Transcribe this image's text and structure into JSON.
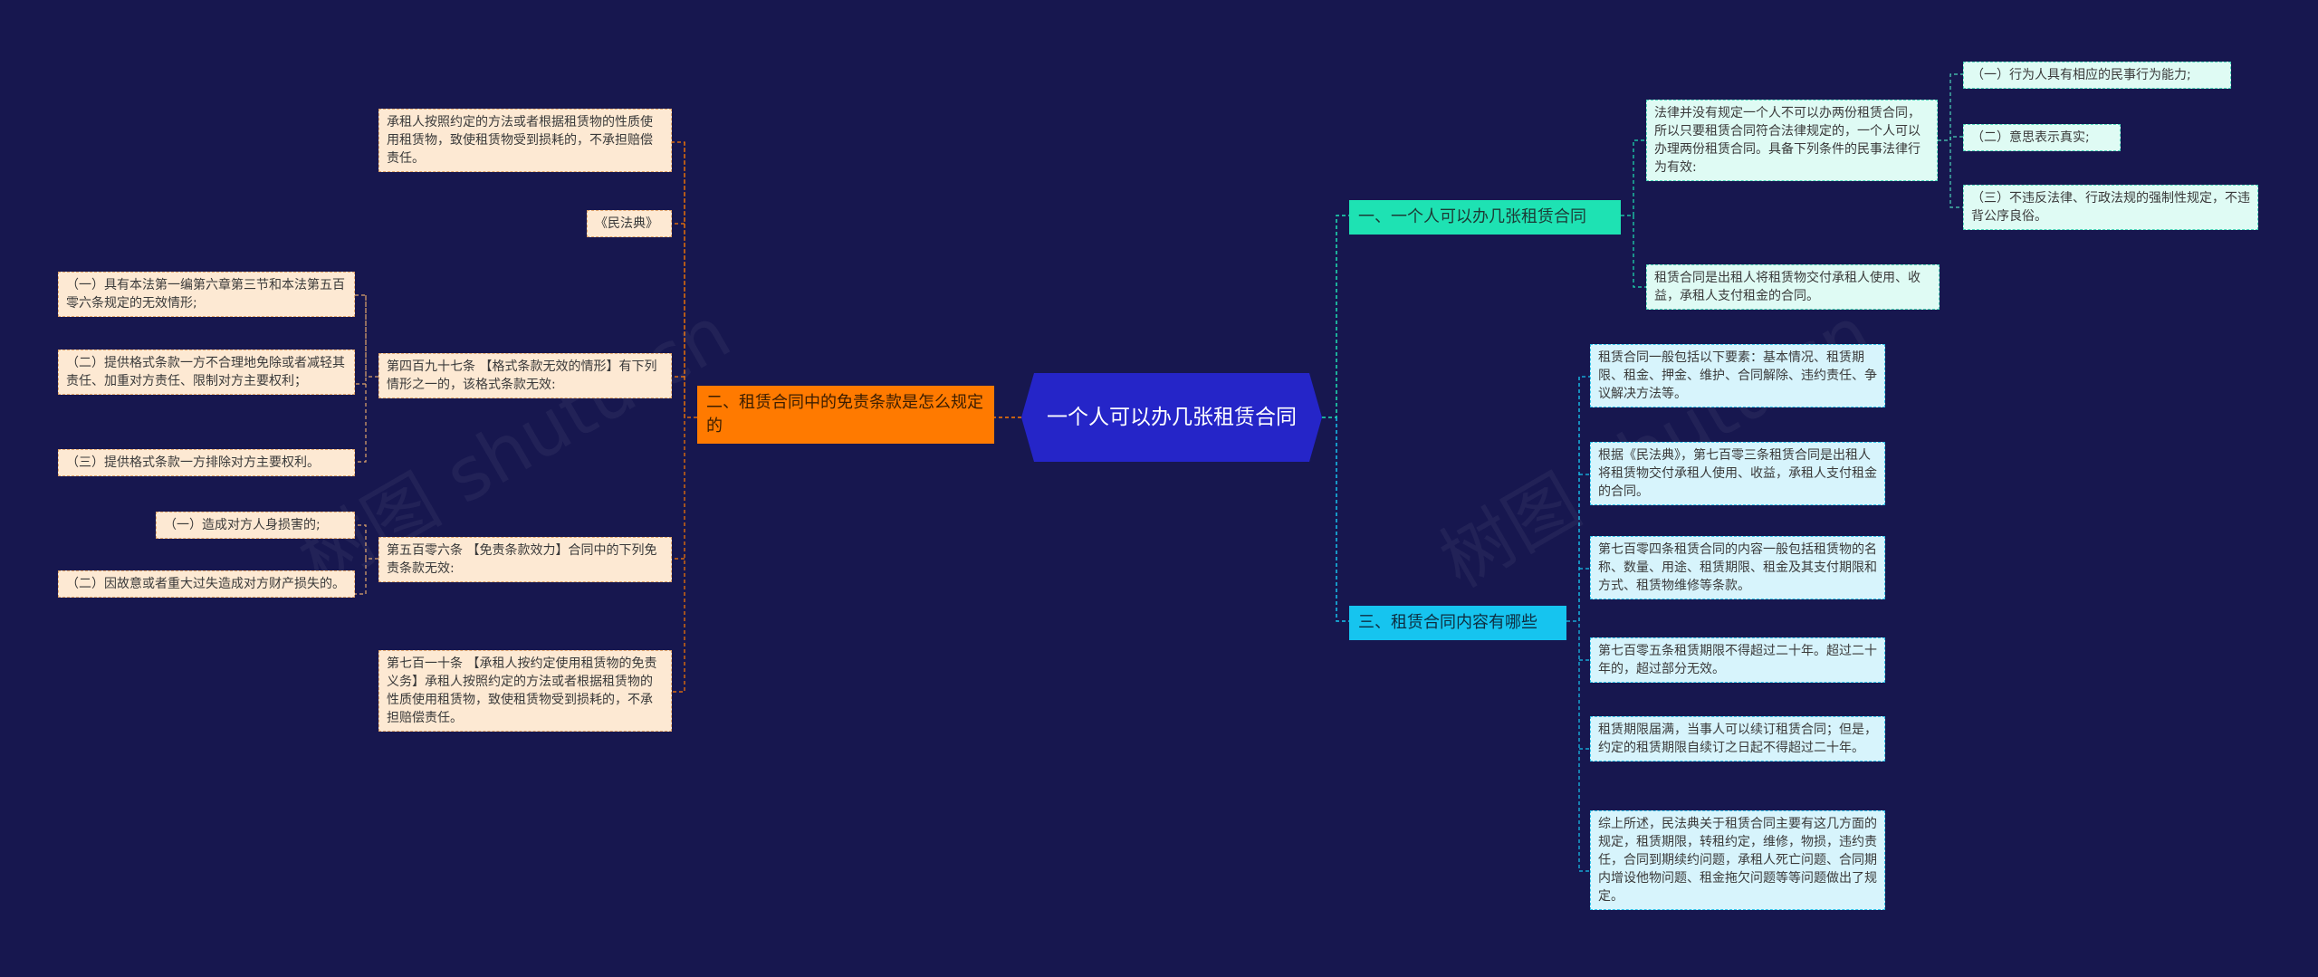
{
  "root": {
    "title": "一个人可以办几张租赁合同"
  },
  "watermark": "树图 shutu.cn",
  "branches": {
    "b1": {
      "label": "一、一个人可以办几张租赁合同",
      "color": "#1ee2b3",
      "children": {
        "law_text": "法律并没有规定一个人不可以办两份租赁合同，所以只要租赁合同符合法律规定的，一个人可以办理两份租赁合同。具备下列条件的民事法律行为有效:",
        "conditions": [
          "（一）行为人具有相应的民事行为能力;",
          "（二）意思表示真实;",
          "（三）不违反法律、行政法规的强制性规定，不违背公序良俗。"
        ],
        "definition": "租赁合同是出租人将租赁物交付承租人使用、收益，承租人支付租金的合同。"
      }
    },
    "b2": {
      "label": "二、租赁合同中的免责条款是怎么规定的",
      "color": "#ff7a00",
      "children": {
        "lessee_text": "承租人按照约定的方法或者根据租赁物的性质使用租赁物，致使租赁物受到损耗的，不承担赔偿责任。",
        "civil_code": "《民法典》",
        "art497": "第四百九十七条 【格式条款无效的情形】有下列情形之一的，该格式条款无效:",
        "art497_items": [
          "（一）具有本法第一编第六章第三节和本法第五百零六条规定的无效情形;",
          "（二）提供格式条款一方不合理地免除或者减轻其责任、加重对方责任、限制对方主要权利；",
          "（三）提供格式条款一方排除对方主要权利。"
        ],
        "art506": "第五百零六条 【免责条款效力】合同中的下列免责条款无效:",
        "art506_items": [
          "（一）造成对方人身损害的;",
          "（二）因故意或者重大过失造成对方财产损失的。"
        ],
        "art710": "第七百一十条 【承租人按约定使用租赁物的免责义务】承租人按照约定的方法或者根据租赁物的性质使用租赁物，致使租赁物受到损耗的，不承担赔偿责任。"
      }
    },
    "b3": {
      "label": "三、租赁合同内容有哪些",
      "color": "#16c4ef",
      "children": [
        "租赁合同一般包括以下要素：基本情况、租赁期限、租金、押金、维护、合同解除、违约责任、争议解决方法等。",
        "根据《民法典》，第七百零三条租赁合同是出租人将租赁物交付承租人使用、收益，承租人支付租金的合同。",
        "第七百零四条租赁合同的内容一般包括租赁物的名称、数量、用途、租赁期限、租金及其支付期限和方式、租赁物维修等条款。",
        "第七百零五条租赁期限不得超过二十年。超过二十年的，超过部分无效。",
        "租赁期限届满，当事人可以续订租赁合同；但是，约定的租赁期限自续订之日起不得超过二十年。",
        "综上所述，民法典关于租赁合同主要有这几方面的规定，租赁期限，转租约定，维修，物损，违约责任，合同到期续约问题，承租人死亡问题、合同期内增设他物问题、租金拖欠问题等等问题做出了规定。"
      ]
    }
  }
}
